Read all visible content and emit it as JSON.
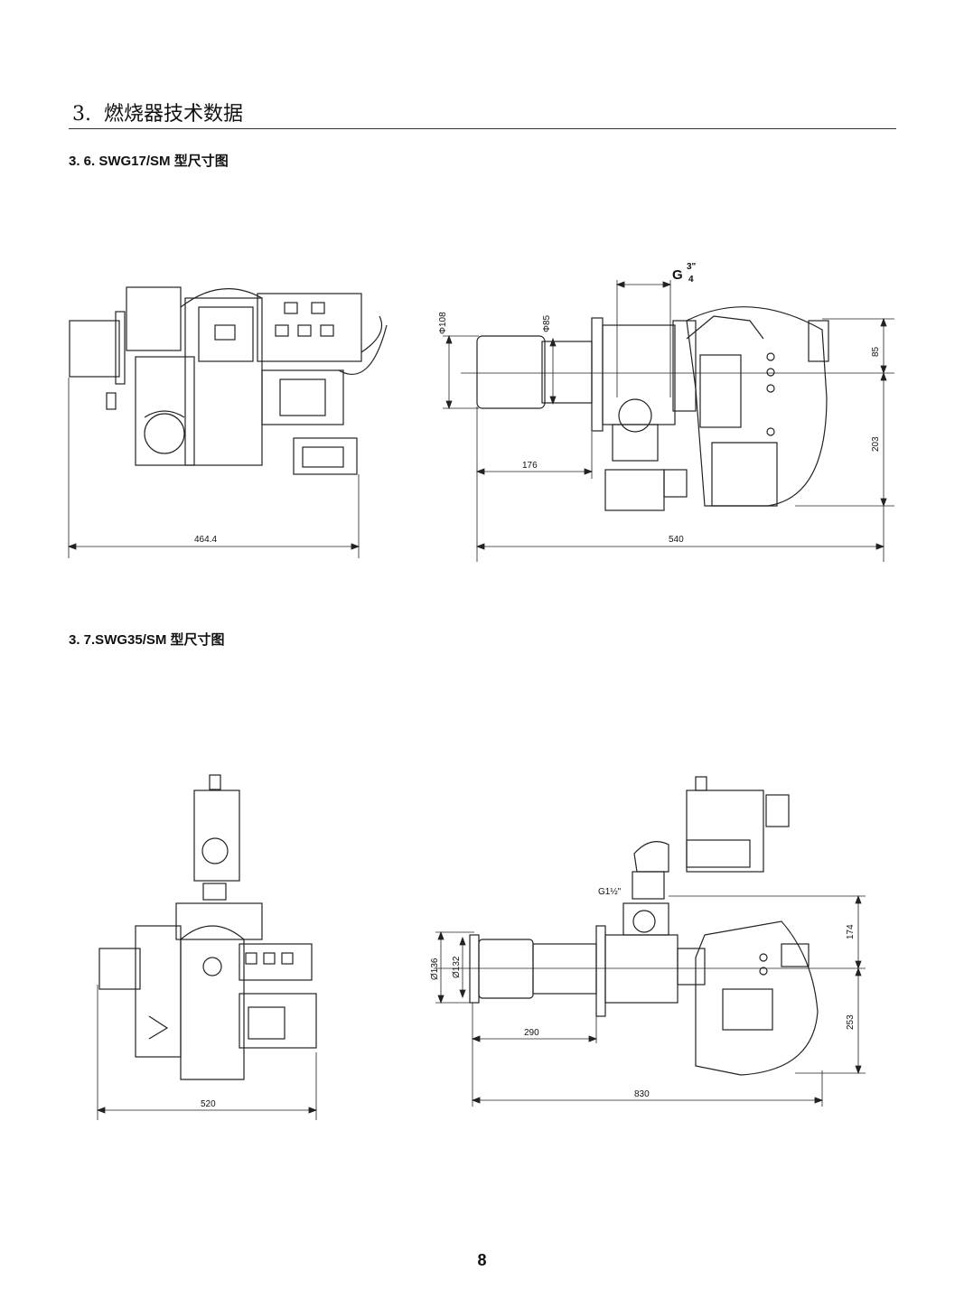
{
  "section": {
    "number": "3.",
    "title": "燃烧器技术数据"
  },
  "subsections": [
    {
      "label": "3. 6.  SWG17/SM 型尺寸图"
    },
    {
      "label": "3. 7.SWG35/SM 型尺寸图"
    }
  ],
  "drawing1": {
    "dims": {
      "width_side": "464.4",
      "length": "540",
      "flange_offset": "176",
      "top_height": "85",
      "bottom_height": "203",
      "tube_dia": "Φ108",
      "head_dia": "Φ85",
      "thread": "G",
      "thread_frac_num": "3\"",
      "thread_frac_den": "4"
    }
  },
  "drawing2": {
    "dims": {
      "width_side": "520",
      "length": "830",
      "flange_offset": "290",
      "top_height": "174",
      "bottom_height": "253",
      "tube_dia": "Ø136",
      "head_dia": "Ø132",
      "thread": "G1½\""
    }
  },
  "page": {
    "number": "8"
  }
}
